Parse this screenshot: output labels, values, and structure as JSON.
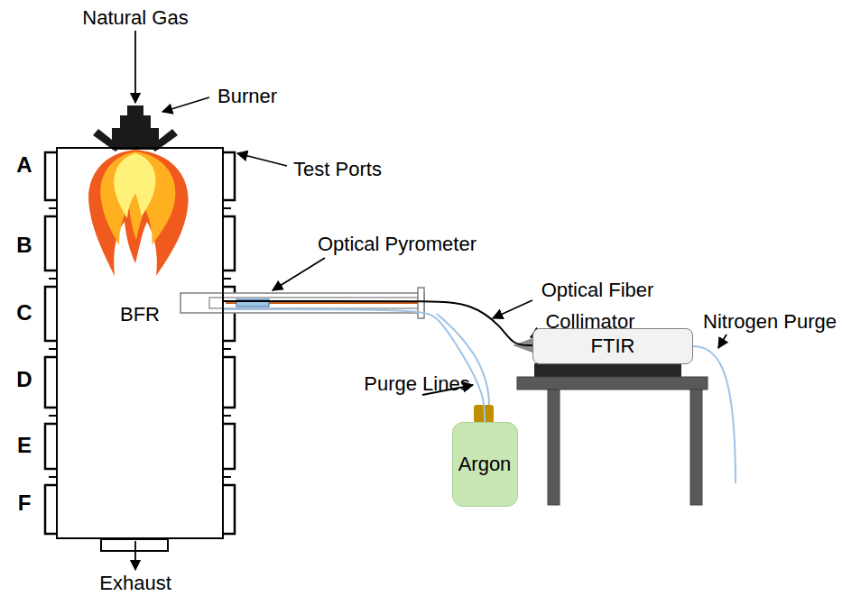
{
  "diagram": {
    "nodes": [
      {
        "text": [
          "BFR"
        ]
      },
      {
        "text": [
          "FTIR"
        ]
      },
      {
        "text": [
          "Argon"
        ]
      }
    ],
    "edges": [
      {
        "from": 2,
        "to": 0,
        "arrow": "none"
      },
      {
        "from": 0,
        "to": 1,
        "arrow": "none"
      }
    ],
    "labels": [
      "Natural Gas",
      "Burner",
      "Test Ports",
      "A",
      "B",
      "C",
      "D",
      "E",
      "F",
      "Optical Pyrometer",
      "Optical Fiber",
      "Collimator",
      "Nitrogen Purge",
      "Purge Lines",
      "Exhaust"
    ]
  }
}
